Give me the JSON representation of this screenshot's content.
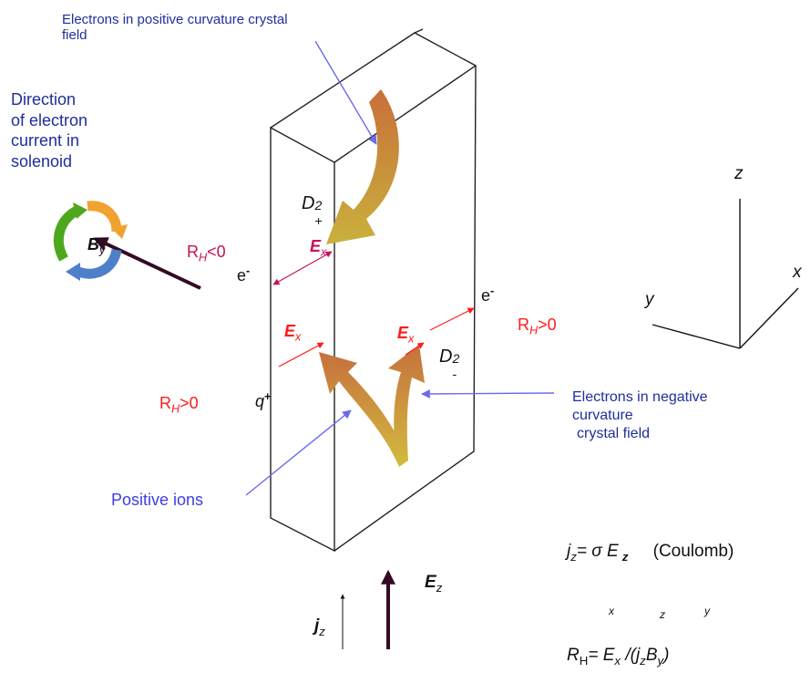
{
  "labels": {
    "electrons_positive": "Electrons in positive curvature crystal",
    "electrons_positive_2": "field",
    "direction_1": "Direction",
    "direction_2": "of electron",
    "direction_3": "current in",
    "direction_4": "solenoid",
    "electrons_negative_1": "Electrons in negative",
    "electrons_negative_2": "curvature",
    "electrons_negative_3": "crystal field",
    "positive_ions": "Positive ions"
  },
  "symbols": {
    "D": "D",
    "D_plus_sup": "2",
    "D_plus_sub": "+",
    "D_minus_sup": "2",
    "D_minus_sub": "-",
    "B": "B",
    "B_sub": "y",
    "E": "E",
    "E_sub_x": "x",
    "E_sub_z": "z",
    "R": "R",
    "R_sub": "H",
    "lt0": "<0",
    "gt0": ">0",
    "e": "e",
    "e_sup": "-",
    "q": "q",
    "q_sup": "+",
    "j": "j",
    "j_sub": "z",
    "axis_x": "x",
    "axis_y": "y",
    "axis_z": "z"
  },
  "equations": {
    "eq1_j": "j",
    "eq1_j_sub": "z",
    "eq1_eq": "= σ E",
    "eq1_E_sub": "z",
    "eq1_note": "(Coulomb)",
    "row_x": "x",
    "row_z": "z",
    "row_y": "y",
    "eq2_R": "R",
    "eq2_R_sub": "H",
    "eq2_rhs": "= E",
    "eq2_Ex_sub": "x",
    "eq2_mid": " /(j",
    "eq2_jz_sub": "z",
    "eq2_B": "B",
    "eq2_By_sub": "y",
    "eq2_end": ")"
  },
  "colors": {
    "annotation_blue": "#1f2f9a",
    "pointer_blue": "#7f7ff0",
    "field_red": "#ff1a1a",
    "hall_magenta": "#c8105a",
    "dark_arrow": "#330a24"
  }
}
